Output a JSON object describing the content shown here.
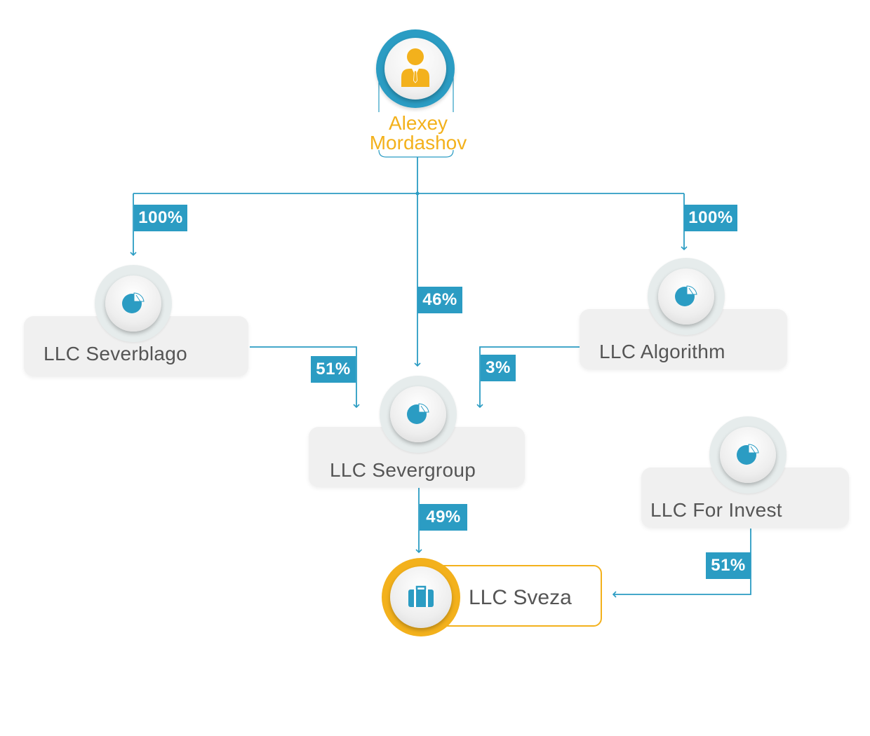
{
  "colors": {
    "accent_blue": "#2b9cc3",
    "accent_orange": "#f3b11c",
    "card_bg": "#f0f0f0",
    "text_gray": "#555555"
  },
  "owner": {
    "name_line1": "Alexey",
    "name_line2": "Mordashov",
    "icon": "person-icon"
  },
  "companies": {
    "severblago": {
      "name": "LLC Severblago",
      "icon": "pie-chart-icon"
    },
    "algorithm": {
      "name": "LLC Algorithm",
      "icon": "pie-chart-icon"
    },
    "severgroup": {
      "name": "LLC Severgroup",
      "icon": "pie-chart-icon"
    },
    "for_invest": {
      "name": "LLC For Invest",
      "icon": "pie-chart-icon"
    },
    "sveza": {
      "name": "LLC Sveza",
      "icon": "briefcase-icon"
    }
  },
  "ownership": [
    {
      "from": "Alexey Mordashov",
      "to": "LLC Severblago",
      "share": "100%"
    },
    {
      "from": "Alexey Mordashov",
      "to": "LLC Algorithm",
      "share": "100%"
    },
    {
      "from": "Alexey Mordashov",
      "to": "LLC Severgroup",
      "share": "46%"
    },
    {
      "from": "LLC Severblago",
      "to": "LLC Severgroup",
      "share": "51%"
    },
    {
      "from": "LLC Algorithm",
      "to": "LLC Severgroup",
      "share": "3%"
    },
    {
      "from": "LLC Severgroup",
      "to": "LLC Sveza",
      "share": "49%"
    },
    {
      "from": "LLC For Invest",
      "to": "LLC Sveza",
      "share": "51%"
    }
  ]
}
